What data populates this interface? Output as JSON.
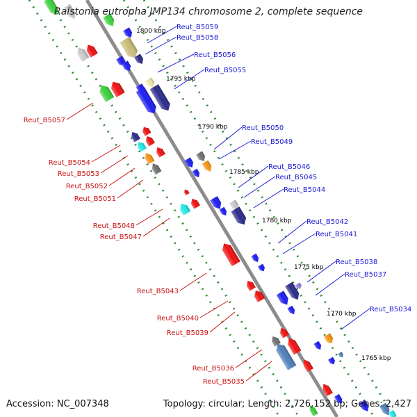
{
  "title": "Ralstonia eutropha JMP134 chromosome 2, complete sequence",
  "footer": {
    "accession": "Accession: NC_007348",
    "summary": "Topology: circular; Length: 2,726,152 bp; Genes: 2,427"
  },
  "colors": {
    "backbone": "#8c8c8c",
    "dots": "#2e8b2e",
    "forward_label": "#1a1ad6",
    "reverse_label": "#cc1111",
    "tick_label": "#000000"
  },
  "ticks": [
    "1800 kbp",
    "1795 kbp",
    "1790 kbp",
    "1785 kbp",
    "1780 kbp",
    "1775 kbp",
    "1770 kbp",
    "1765 kbp"
  ],
  "forward_labels": [
    "Reut_B5059",
    "Reut_B5058",
    "Reut_B5056",
    "Reut_B5055",
    "Reut_B5050",
    "Reut_B5049",
    "Reut_B5046",
    "Reut_B5045",
    "Reut_B5044",
    "Reut_B5042",
    "Reut_B5041",
    "Reut_B5038",
    "Reut_B5037",
    "Reut_B5034"
  ],
  "reverse_labels": [
    "Reut_B5057",
    "Reut_B5054",
    "Reut_B5053",
    "Reut_B5052",
    "Reut_B5051",
    "Reut_B5048",
    "Reut_B5047",
    "Reut_B5043",
    "Reut_B5040",
    "Reut_B5039",
    "Reut_B5036",
    "Reut_B5035"
  ],
  "feature_colors": {
    "blue": "#1c1cf0",
    "navy": "#2a2a8a",
    "red": "#f01010",
    "gray": "#6e6e6e",
    "lightgray": "#c8c8c8",
    "khaki": "#c8bc78",
    "pale": "#ece3a6",
    "cyan": "#20e6e6",
    "orange": "#f7930f",
    "green": "#3ccf3c",
    "slate": "#4d7fb8",
    "lavender": "#8c80d6"
  }
}
